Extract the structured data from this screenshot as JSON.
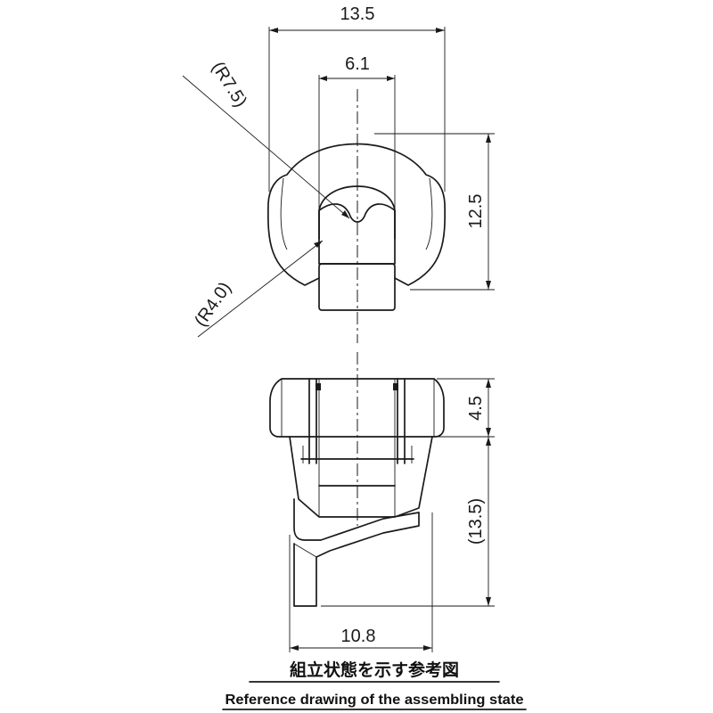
{
  "dimensions": {
    "top_width": "13.5",
    "slot_width": "6.1",
    "outer_radius": "(R7.5)",
    "inner_radius": "(R4.0)",
    "height_right": "12.5",
    "head_height": "4.5",
    "total_height": "(13.5)",
    "bottom_width": "10.8"
  },
  "caption": {
    "japanese": "組立状態を示す参考図",
    "english": "Reference drawing of the assembling state"
  },
  "colors": {
    "line": "#1a1a1a",
    "background": "#ffffff"
  }
}
